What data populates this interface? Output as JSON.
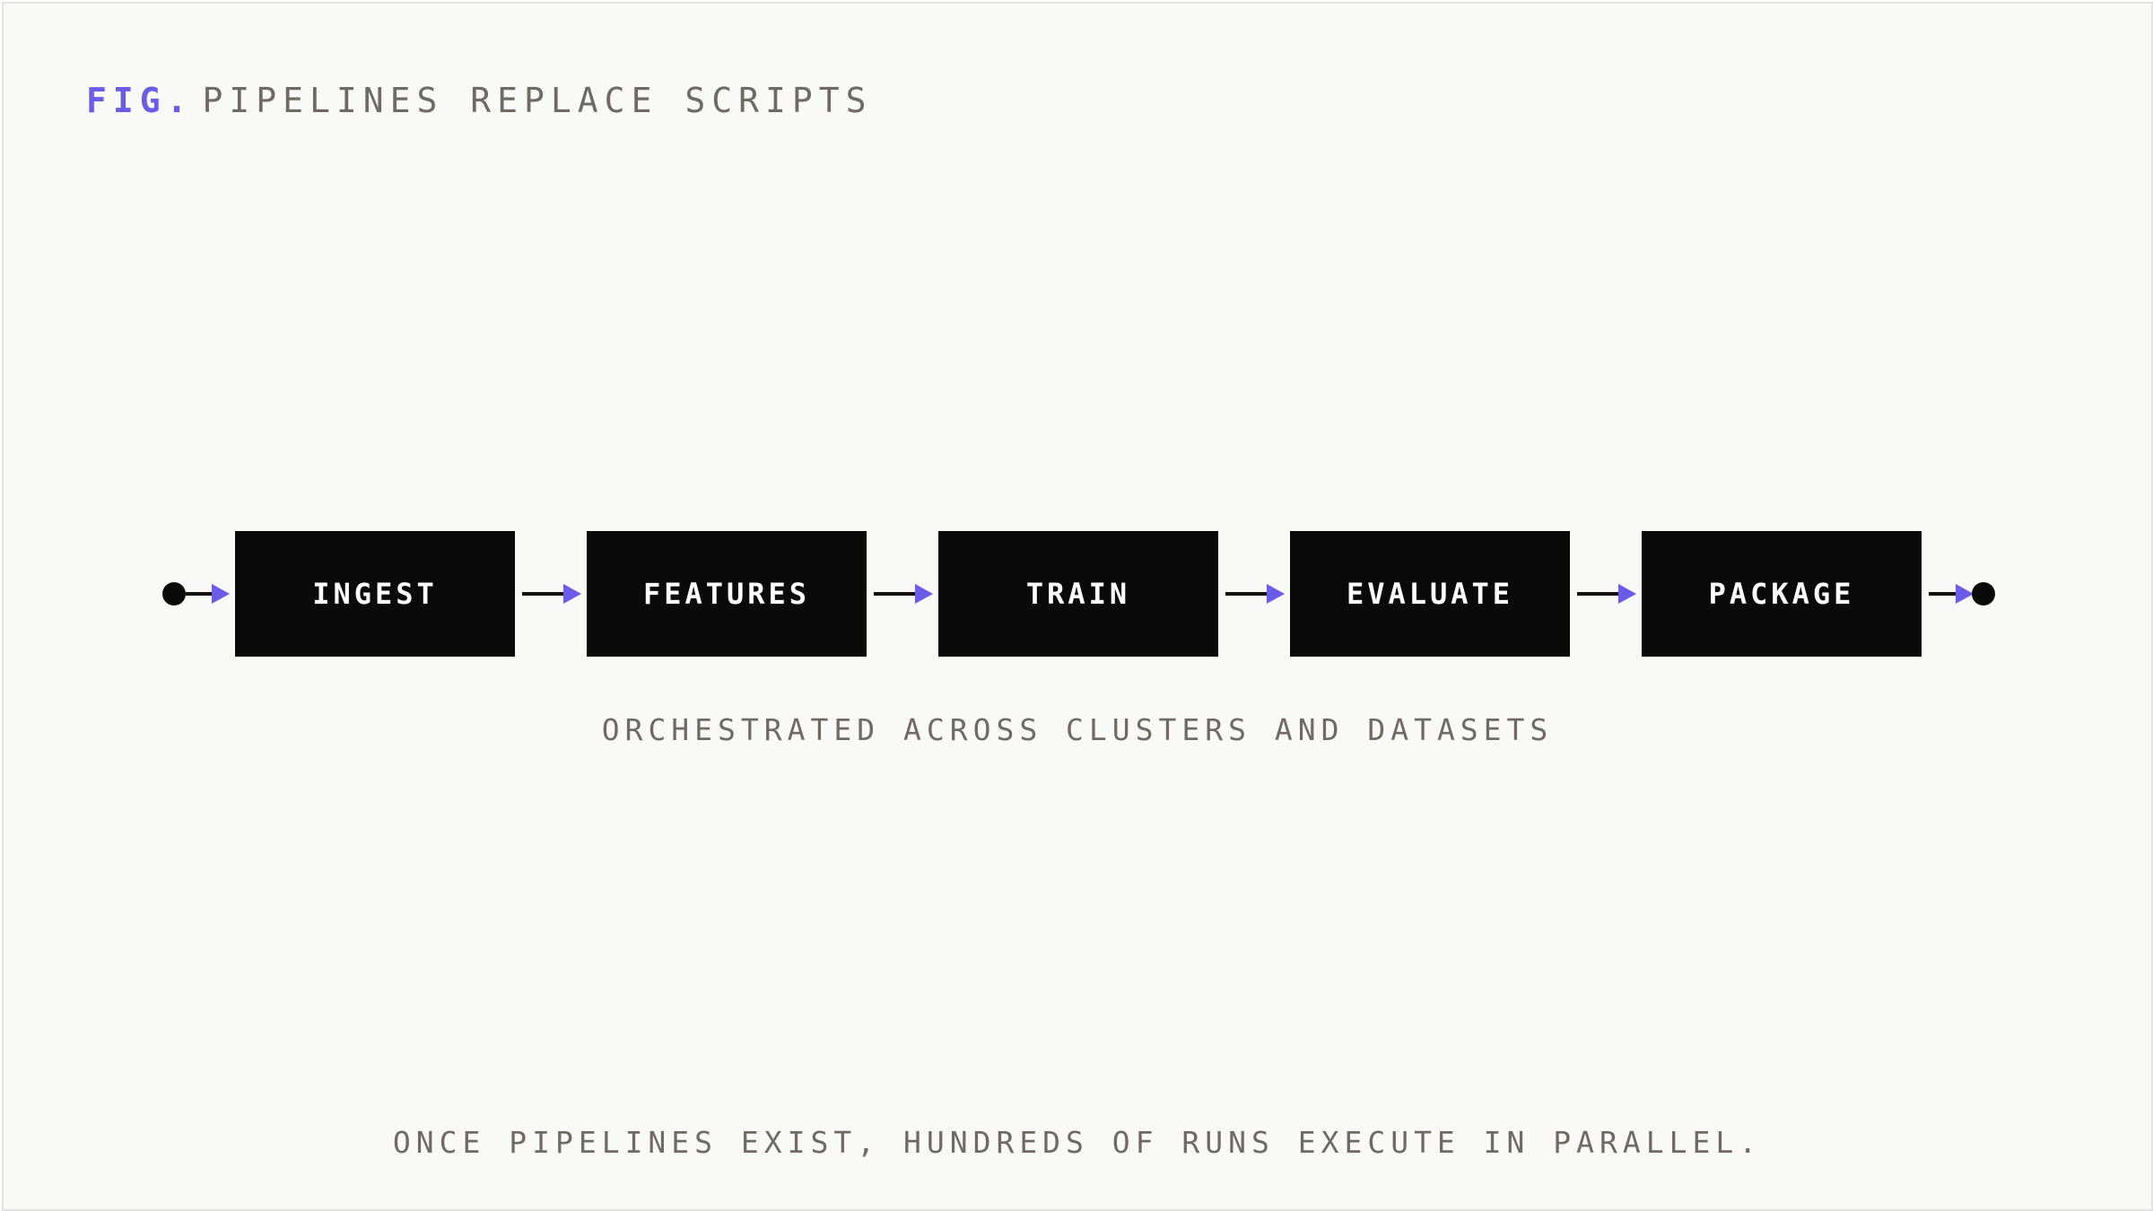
{
  "header": {
    "prefix": "FIG.",
    "title": "PIPELINES REPLACE SCRIPTS"
  },
  "pipeline": {
    "stages": [
      "INGEST",
      "FEATURES",
      "TRAIN",
      "EVALUATE",
      "PACKAGE"
    ]
  },
  "captions": {
    "middle": "ORCHESTRATED ACROSS CLUSTERS AND DATASETS",
    "bottom": "ONCE PIPELINES EXIST, HUNDREDS OF RUNS EXECUTE IN PARALLEL."
  },
  "colors": {
    "accent": "#6b5ce7",
    "stage_fill": "#0a0a0a",
    "stage_text": "#ffffff",
    "muted_text": "#6f6a66",
    "background": "#f9f9f8"
  }
}
